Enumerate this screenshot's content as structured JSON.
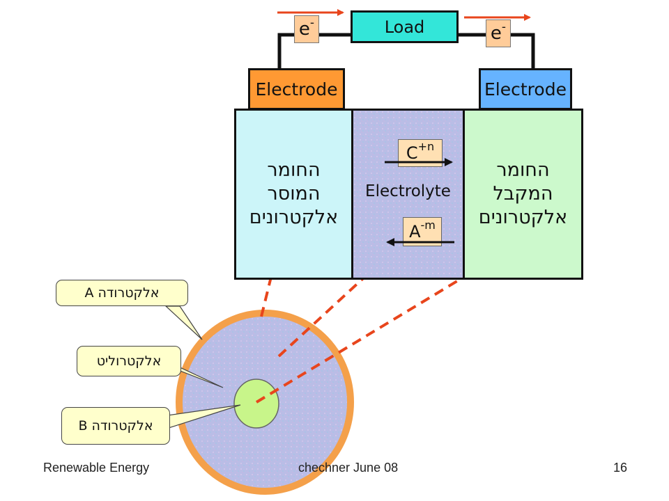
{
  "circuit": {
    "load_label": "Load",
    "electron_left": {
      "base": "e",
      "sup": "-"
    },
    "electron_right": {
      "base": "e",
      "sup": "-"
    },
    "electrode_left_label": "Electrode",
    "electrode_right_label": "Electrode"
  },
  "cell": {
    "left_material": [
      "החומר",
      "המוסר",
      "אלקטרונים"
    ],
    "electrolyte_label": "Electrolyte",
    "right_material": [
      "החומר",
      "המקבל",
      "אלקטרונים"
    ],
    "cation": {
      "base": "C",
      "sup": "+n"
    },
    "anion": {
      "base": "A",
      "sup": "-m"
    }
  },
  "callouts": {
    "electrode_a": "אלקטרודה  A",
    "electrolyte": "אלקטרוליט",
    "electrode_b": "אלקטרודה  B"
  },
  "footer": {
    "left": "Renewable Energy",
    "center": "chechner   June 08",
    "page_number": "16"
  },
  "colors": {
    "load": "#33e6d9",
    "electrode_left": "#ff9933",
    "electrode_right": "#66b3ff",
    "electron_chip": "#ffcc99",
    "material_left": "#ccf5f9",
    "electrolyte": "#b9bde6",
    "material_right": "#ccf9cc",
    "arrows": "#e8451c",
    "callout_fill": "#ffffcc",
    "inner_core": "#c8f58a"
  }
}
